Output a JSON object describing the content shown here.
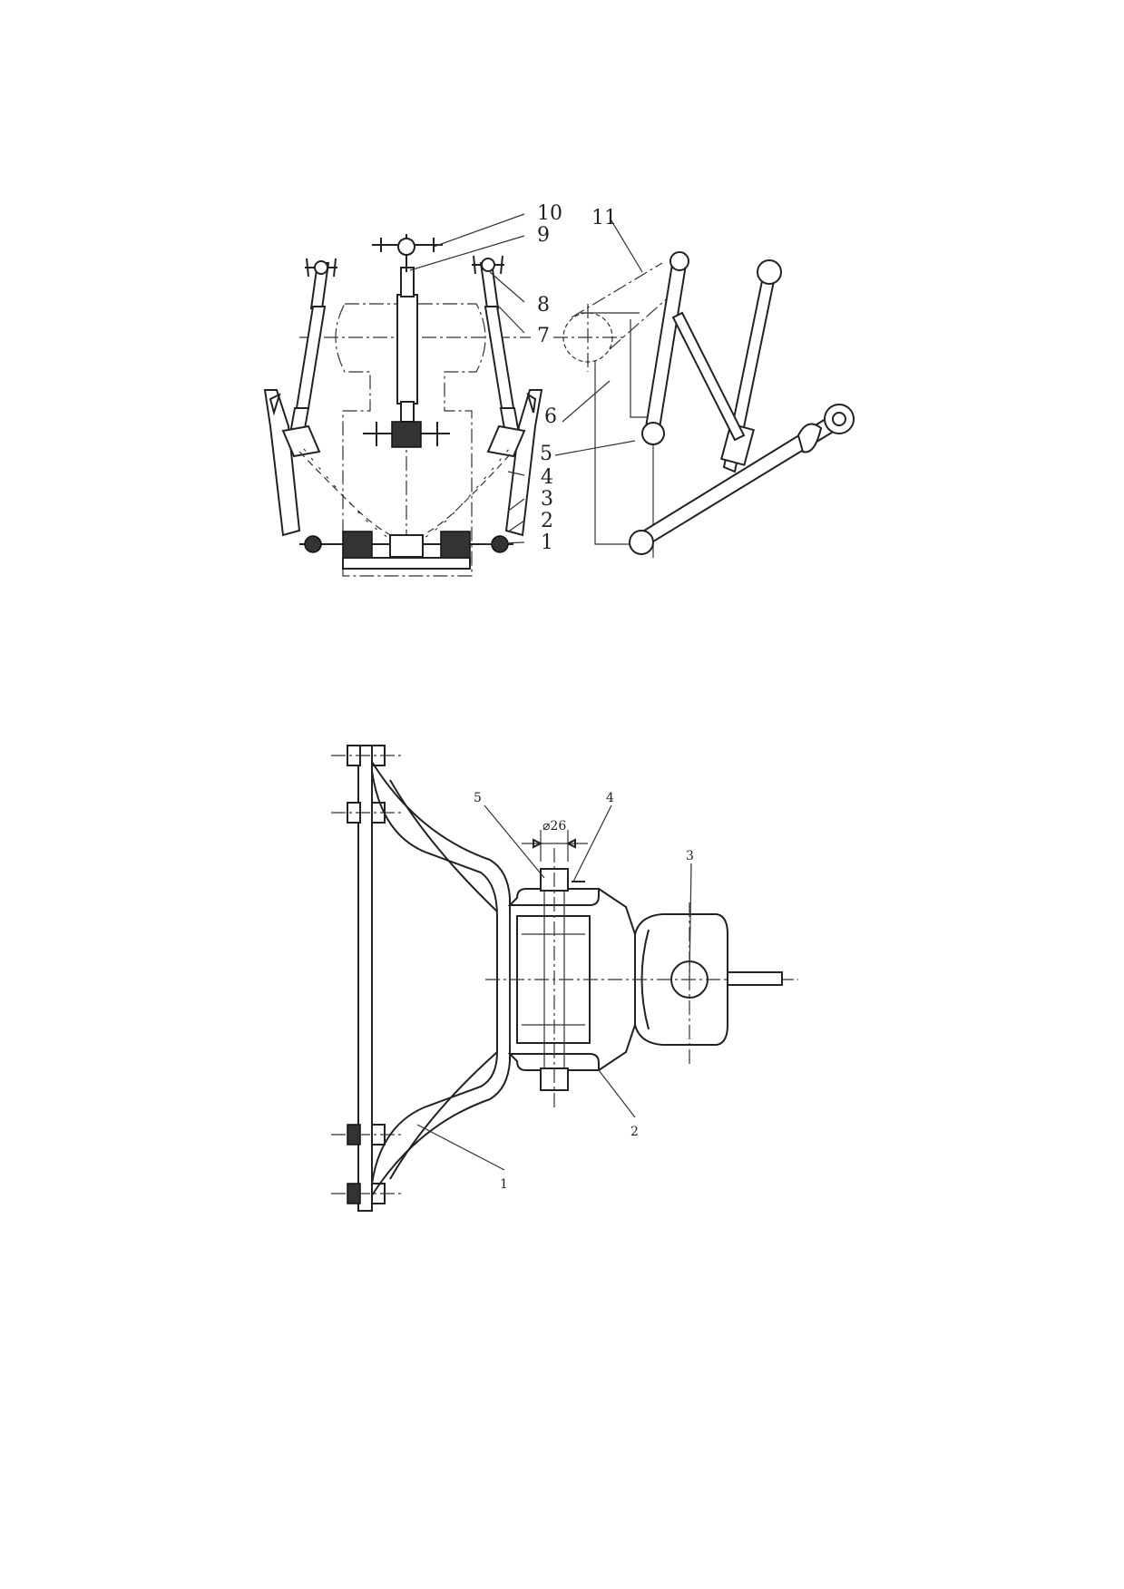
{
  "figure_top": {
    "callouts": [
      "10",
      "9",
      "8",
      "7",
      "6",
      "5",
      "4",
      "3",
      "2",
      "1",
      "11"
    ]
  },
  "figure_bottom": {
    "callouts": [
      "5",
      "4",
      "3",
      "2",
      "1"
    ],
    "dimension": "⌀26"
  }
}
